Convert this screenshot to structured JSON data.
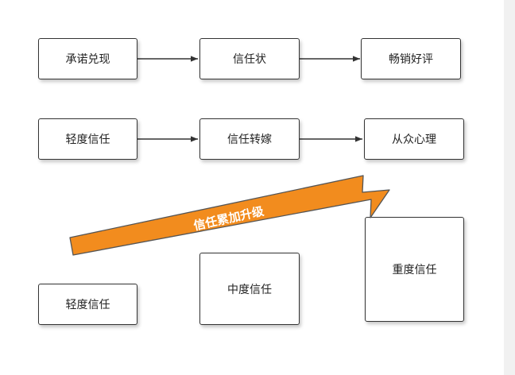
{
  "nodes": {
    "row1": [
      "承诺兑现",
      "信任状",
      "畅销好评"
    ],
    "row2": [
      "轻度信任",
      "信任转嫁",
      "从众心理"
    ],
    "levels": [
      "轻度信任",
      "中度信任",
      "重度信任"
    ]
  },
  "banner": {
    "label": "信任累加升级"
  },
  "colors": {
    "arrow_fill": "#F28C1E",
    "arrow_stroke": "#555555",
    "border": "#333333",
    "text": "#222222"
  }
}
